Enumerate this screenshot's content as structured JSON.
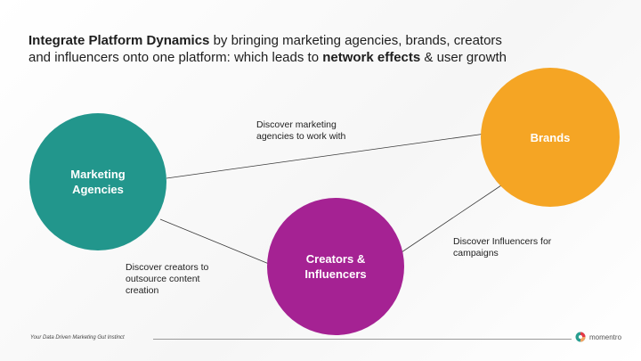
{
  "heading": {
    "part1_bold": "Integrate Platform Dynamics",
    "part2": " by bringing marketing agencies, brands, creators and influencers onto one platform: which leads to ",
    "part3_bold": "network effects",
    "part4": " & user growth"
  },
  "nodes": {
    "agencies": {
      "label": "Marketing\nAgencies",
      "color": "#22968c"
    },
    "brands": {
      "label": "Brands",
      "color": "#f5a524"
    },
    "creators": {
      "label": "Creators &\nInfluencers",
      "color": "#a52293"
    }
  },
  "edges": {
    "agencies_brands": "Discover marketing\nagencies to work with",
    "creators_brands": "Discover Influencers for\ncampaigns",
    "agencies_creators": "Discover creators to\noutsource content\ncreation"
  },
  "footer": {
    "tagline": "Your Data Driven Marketing Gut Instinct",
    "logo_text": "momentro",
    "logo_icon": "momentro-logo-icon"
  }
}
